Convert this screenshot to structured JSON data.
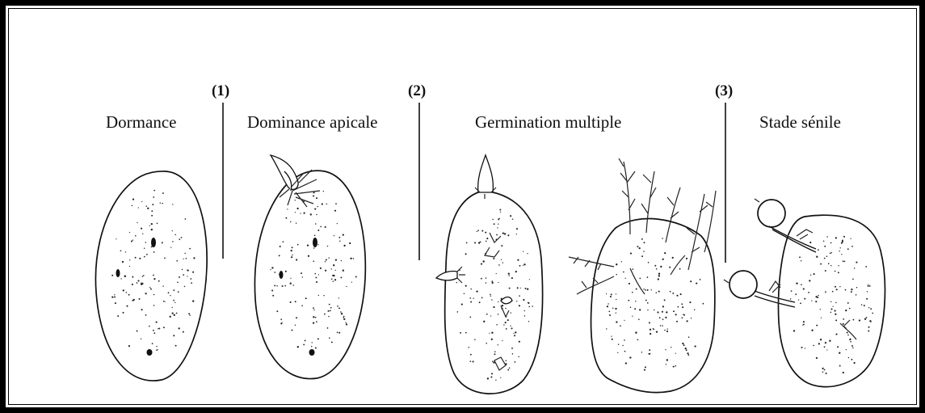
{
  "stages": {
    "dormance": "Dormance",
    "dominance_apicale": "Dominance apicale",
    "germination_multiple": "Germination multiple",
    "stade_senile": "Stade sénile"
  },
  "transitions": {
    "t1": "(1)",
    "t2": "(2)",
    "t3": "(3)"
  }
}
